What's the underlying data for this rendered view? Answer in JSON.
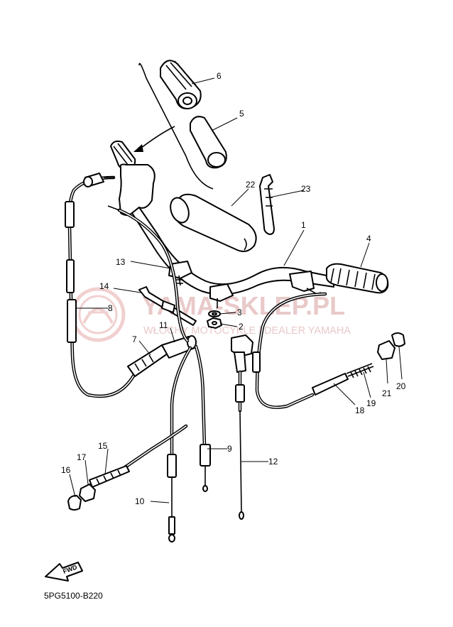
{
  "watermark": {
    "brand": "YAMA-SKLEP.PL",
    "subtitle": "WŁOCHY MOTOCYKLE | DEALER YAMAHA"
  },
  "diagram_code": "5PG5100-B220",
  "fwd_label": "FWD",
  "part_numbers": {
    "p1": "1",
    "p2": "2",
    "p3": "3",
    "p4": "4",
    "p5": "5",
    "p6": "6",
    "p7": "7",
    "p8": "8",
    "p9": "9",
    "p10": "10",
    "p11": "11",
    "p12": "12",
    "p13": "13",
    "p14": "14",
    "p15": "15",
    "p16": "16",
    "p17": "17",
    "p18": "18",
    "p19": "19",
    "p20": "20",
    "p21": "21",
    "p22": "22",
    "p23": "23"
  }
}
